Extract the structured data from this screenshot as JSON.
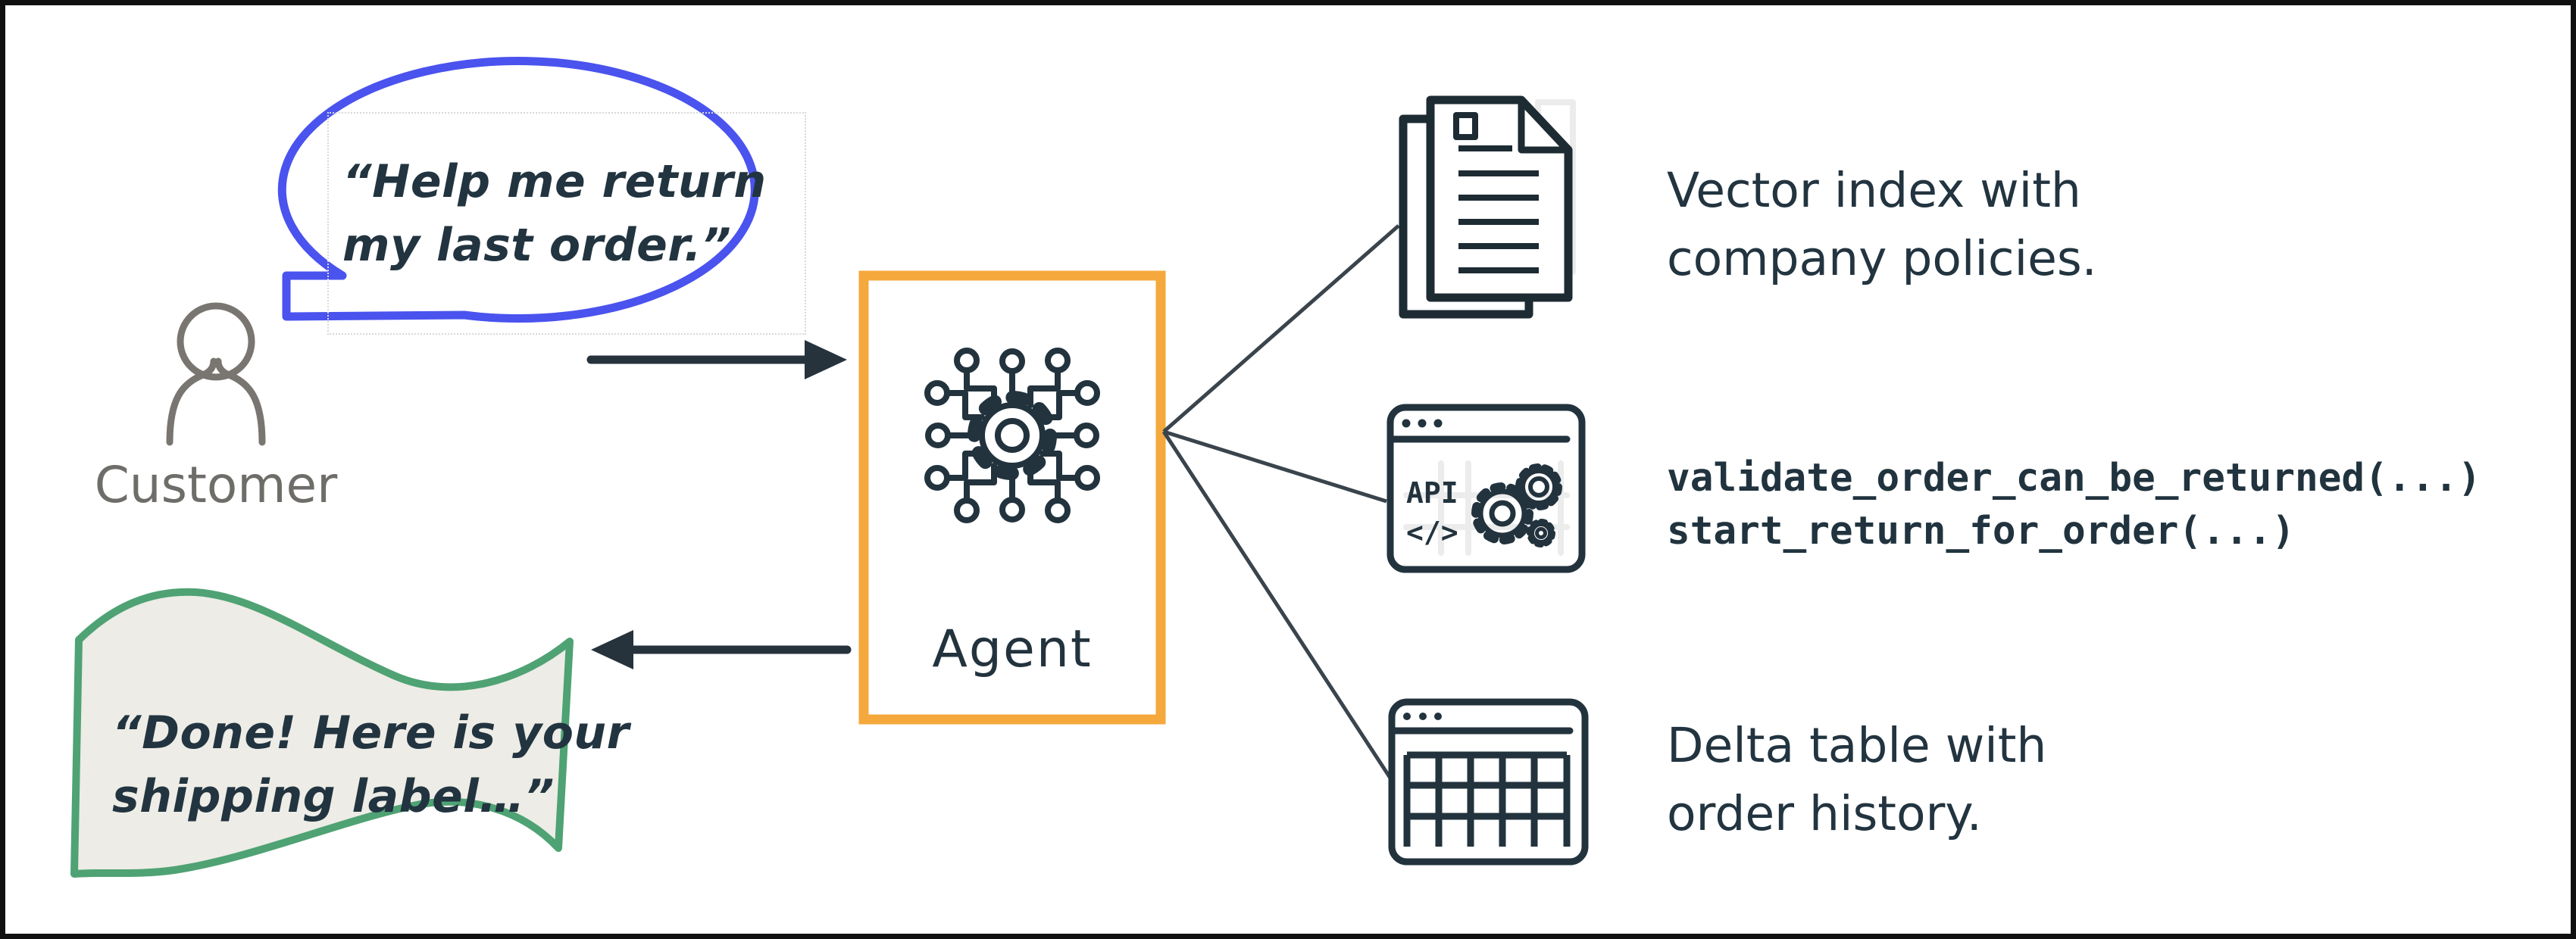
{
  "title": "Customer return agent workflow diagram",
  "customer": {
    "label": "Customer",
    "request_quote_line1": "“Help me return",
    "request_quote_line2": "my last order.”"
  },
  "agent": {
    "label": "Agent"
  },
  "response_banner": {
    "line1": "“Done! Here is your",
    "line2": "shipping label…”"
  },
  "resources": [
    {
      "id": "vector-index",
      "line1": "Vector index with",
      "line2": "company policies."
    },
    {
      "id": "api-tools",
      "icon_word": "API",
      "icon_code": "</>",
      "line1": "validate_order_can_be_returned(...)",
      "line2": "start_return_for_order(...)"
    },
    {
      "id": "delta-table",
      "line1": "Delta table with",
      "line2": "order history."
    }
  ],
  "icons": {
    "customer": "person-icon",
    "agent": "ai-gear-circuit-icon",
    "vector_index": "stacked-documents-icon",
    "api": "browser-api-gears-icon",
    "delta_table": "browser-table-grid-icon",
    "request": "speech-bubble-icon",
    "response": "wavy-flag-icon"
  },
  "colors": {
    "bubble_blue": "#4A53EE",
    "agent_orange": "#F5A83C",
    "banner_green": "#4FA273",
    "banner_fill": "#EDECE6",
    "text_navy": "#223440",
    "icon_navy": "#22333E",
    "doc_black": "#1D2B33",
    "arrow_navy": "#26323C",
    "gray_text": "#6F6D69",
    "frame_black": "#101010"
  }
}
